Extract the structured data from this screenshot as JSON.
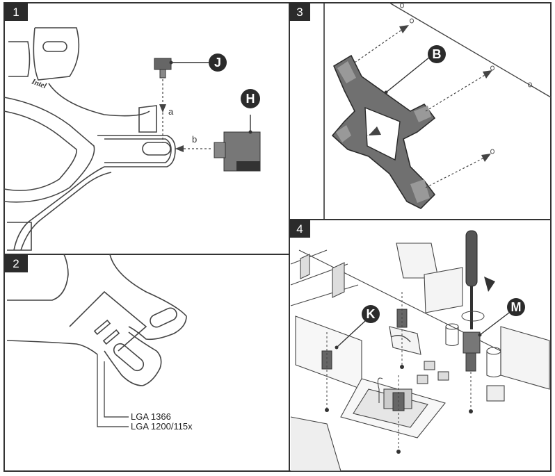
{
  "panels": [
    {
      "number": "1"
    },
    {
      "number": "2"
    },
    {
      "number": "3"
    },
    {
      "number": "4"
    }
  ],
  "panel1": {
    "brand_text": "Intel",
    "callout_j": "J",
    "callout_h": "H",
    "step_a": "a",
    "step_b": "b"
  },
  "panel2": {
    "label_1366": "LGA 1366",
    "label_1200": "LGA 1200/115x"
  },
  "panel3": {
    "callout_b": "B"
  },
  "panel4": {
    "callout_k": "K",
    "callout_m": "M"
  },
  "colors": {
    "frame": "#333333",
    "panel_number_bg": "#2b2b2b",
    "callout_bg": "#2b2b2b",
    "part_dark": "#555555",
    "part_light": "#9a9a9a",
    "bracket_fill": "#707070"
  }
}
